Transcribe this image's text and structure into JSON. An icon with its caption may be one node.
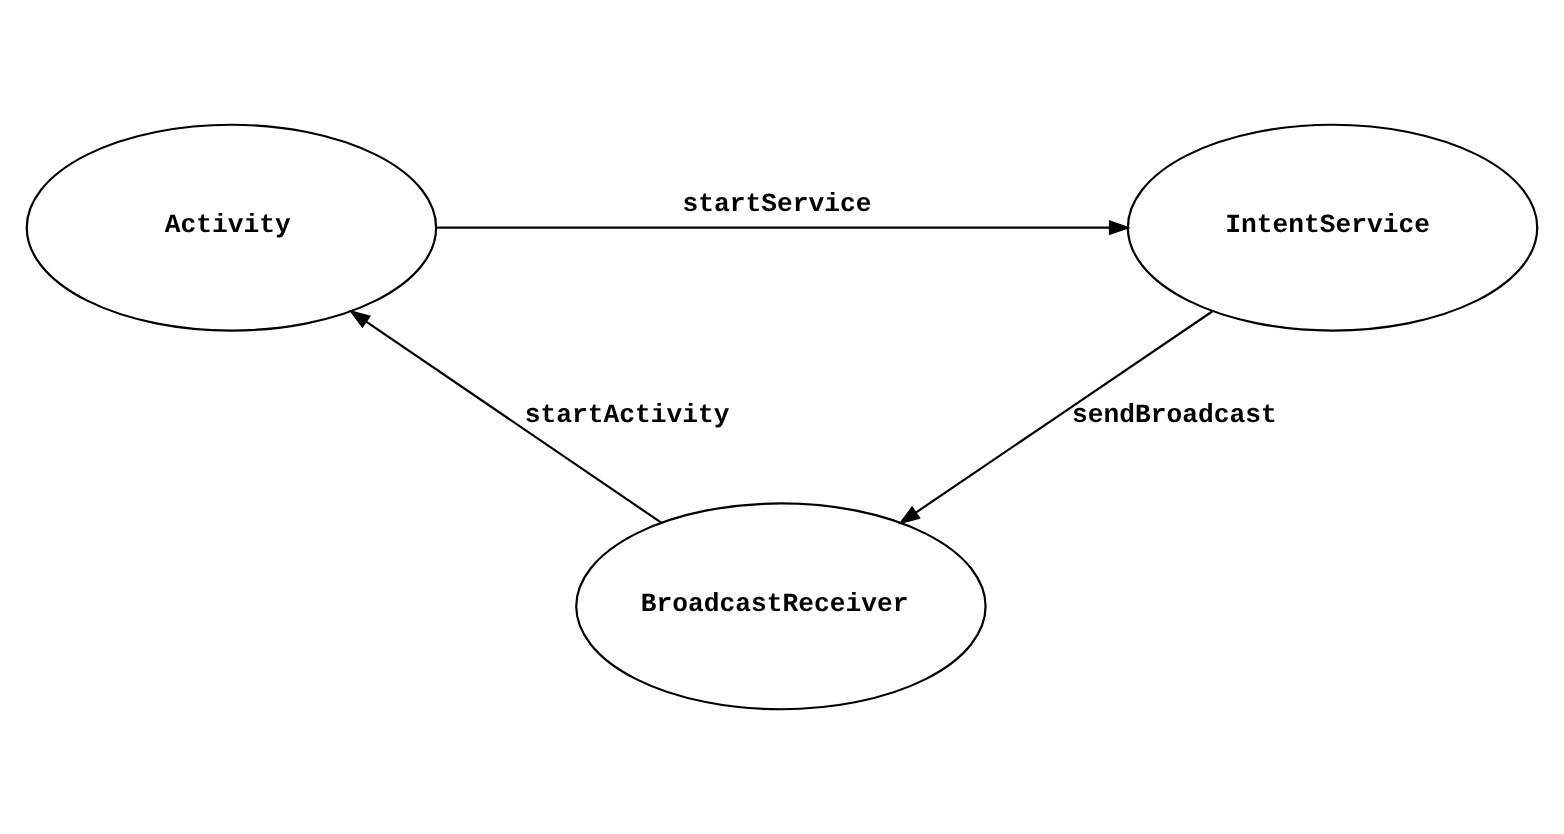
{
  "diagram": {
    "nodes": [
      {
        "text": [
          "Activity"
        ]
      },
      {
        "text": [
          "IntentService"
        ]
      },
      {
        "text": [
          "BroadcastReceiver"
        ]
      }
    ],
    "edges": [
      {
        "from": 0,
        "to": 1,
        "arrow": "to",
        "label": "startService"
      },
      {
        "from": 1,
        "to": 2,
        "arrow": "to",
        "label": "sendBroadcast"
      },
      {
        "from": 2,
        "to": 0,
        "arrow": "to",
        "label": "startActivity"
      }
    ]
  }
}
